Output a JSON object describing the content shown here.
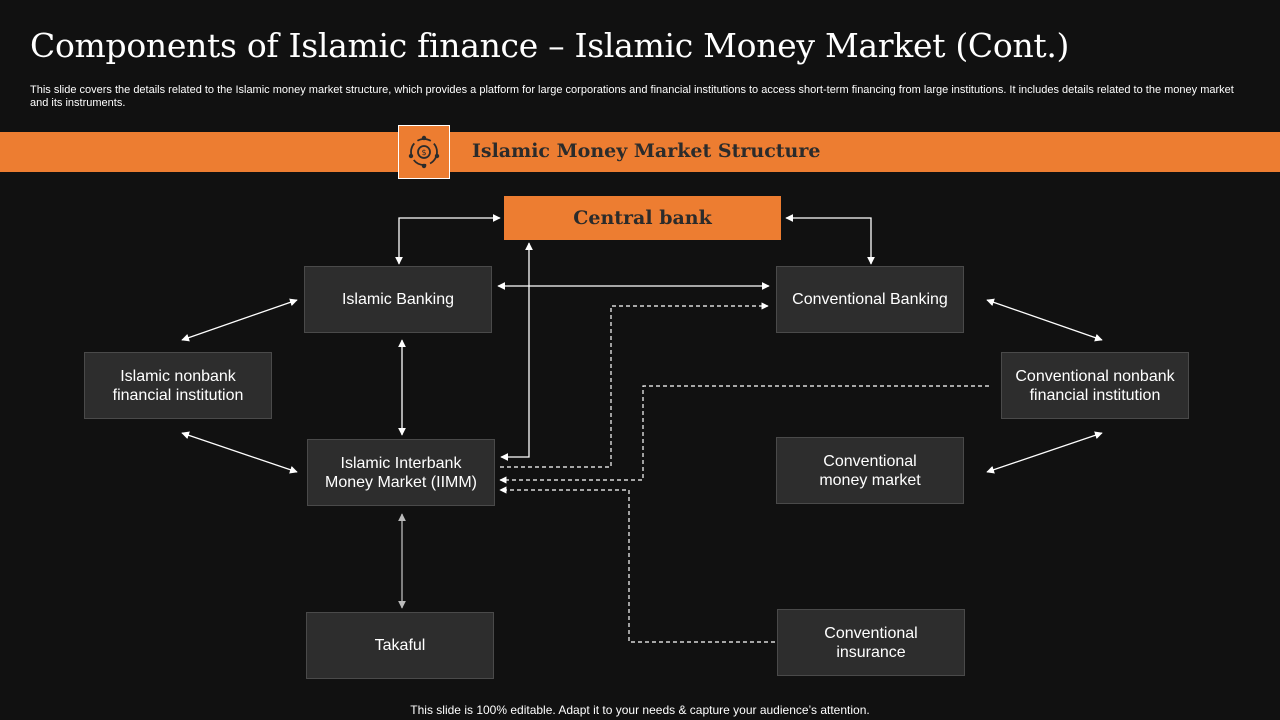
{
  "header": {
    "title": "Components of Islamic finance – Islamic Money Market (Cont.)",
    "subtitle": "This slide covers the details related to the Islamic money market structure, which provides a platform for large corporations and financial institutions to access short-term financing from large institutions. It includes details related to the money market and its instruments."
  },
  "band": {
    "title": "Islamic Money Market Structure",
    "icon": "finance-cycle-icon"
  },
  "diagram": {
    "central_bank": "Central bank",
    "islamic_banking": "Islamic Banking",
    "conventional_banking": "Conventional Banking",
    "islamic_nonbank": "Islamic nonbank\nfinancial institution",
    "conventional_nonbank": "Conventional nonbank\nfinancial institution",
    "iimm": "Islamic Interbank\nMoney Market (IIMM)",
    "conventional_money_market": "Conventional\nmoney market",
    "takaful": "Takaful",
    "conventional_insurance": "Conventional\ninsurance"
  },
  "colors": {
    "accent": "#ed7d31",
    "background": "#111111",
    "node": "#2d2d2d"
  },
  "footer": {
    "note": "This slide is 100% editable. Adapt it to your needs & capture your audience’s attention."
  }
}
